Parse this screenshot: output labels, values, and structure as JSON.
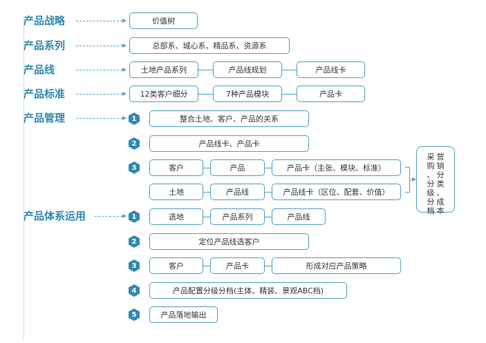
{
  "headings": {
    "strategy": "产品战略",
    "series": "产品系列",
    "line": "产品线",
    "standard": "产品标准",
    "management": "产品管理",
    "application": "产品体系运用"
  },
  "strategy_boxes": [
    "价值树"
  ],
  "series_boxes": [
    "总部系、城心系、精品系、资源系"
  ],
  "line_boxes": [
    "土地产品系列",
    "产品线规划",
    "产品线卡"
  ],
  "standard_boxes": [
    "12类客户细分",
    "7种产品模块",
    "产品卡"
  ],
  "management": {
    "steps": [
      "1",
      "2",
      "3"
    ],
    "step1": "整合土地、客户、产品的关系",
    "step2": "产品线卡、产品卡",
    "step3_row1": [
      "客户",
      "产品",
      "产品卡（主张、模块、标准）"
    ],
    "step3_row2": [
      "土地",
      "产品线",
      "产品线卡（区位、配套、价值）"
    ],
    "side_col1": [
      "营",
      "销",
      "分",
      "类",
      "、",
      "成",
      "本"
    ],
    "side_col2": [
      "采",
      "购",
      "、",
      "分",
      "级",
      "分",
      "档"
    ]
  },
  "application": {
    "steps": [
      "1",
      "2",
      "3",
      "4",
      "5"
    ],
    "step1": [
      "选地",
      "产品系列",
      "产品线"
    ],
    "step2": "定位产品线选客户",
    "step3": [
      "客户",
      "产品卡",
      "形成对应产品策略"
    ],
    "step4": "产品配置分级分档(主体、精装、景观ABC档)",
    "step5": "产品落地输出"
  }
}
